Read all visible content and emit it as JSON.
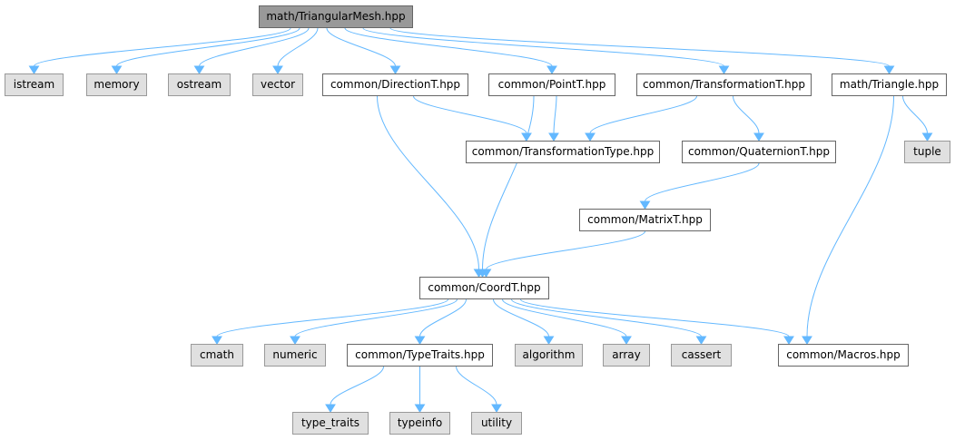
{
  "diagram": {
    "nodes": {
      "triangular_mesh": "math/TriangularMesh.hpp",
      "istream": "istream",
      "memory": "memory",
      "ostream": "ostream",
      "vector": "vector",
      "direction": "common/DirectionT.hpp",
      "point": "common/PointT.hpp",
      "transformation": "common/TransformationT.hpp",
      "triangle": "math/Triangle.hpp",
      "transformation_type": "common/TransformationType.hpp",
      "quaternion": "common/QuaternionT.hpp",
      "tuple": "tuple",
      "matrix": "common/MatrixT.hpp",
      "coord": "common/CoordT.hpp",
      "cmath": "cmath",
      "numeric": "numeric",
      "type_traits_hdr": "common/TypeTraits.hpp",
      "algorithm": "algorithm",
      "array": "array",
      "cassert": "cassert",
      "macros": "common/Macros.hpp",
      "type_traits": "type_traits",
      "typeinfo": "typeinfo",
      "utility": "utility"
    },
    "edges": [
      [
        "triangular_mesh",
        "istream"
      ],
      [
        "triangular_mesh",
        "memory"
      ],
      [
        "triangular_mesh",
        "ostream"
      ],
      [
        "triangular_mesh",
        "vector"
      ],
      [
        "triangular_mesh",
        "direction"
      ],
      [
        "triangular_mesh",
        "point"
      ],
      [
        "triangular_mesh",
        "transformation"
      ],
      [
        "triangular_mesh",
        "triangle"
      ],
      [
        "direction",
        "transformation_type"
      ],
      [
        "direction",
        "coord"
      ],
      [
        "point",
        "transformation_type"
      ],
      [
        "point",
        "coord"
      ],
      [
        "transformation",
        "transformation_type"
      ],
      [
        "transformation",
        "quaternion"
      ],
      [
        "triangle",
        "tuple"
      ],
      [
        "triangle",
        "macros"
      ],
      [
        "quaternion",
        "matrix"
      ],
      [
        "matrix",
        "coord"
      ],
      [
        "coord",
        "cmath"
      ],
      [
        "coord",
        "numeric"
      ],
      [
        "coord",
        "type_traits_hdr"
      ],
      [
        "coord",
        "algorithm"
      ],
      [
        "coord",
        "array"
      ],
      [
        "coord",
        "cassert"
      ],
      [
        "coord",
        "macros"
      ],
      [
        "type_traits_hdr",
        "type_traits"
      ],
      [
        "type_traits_hdr",
        "typeinfo"
      ],
      [
        "type_traits_hdr",
        "utility"
      ]
    ],
    "colors": {
      "edge": "#63b8ff",
      "root_fill": "#999999",
      "file_fill": "#ffffff",
      "system_fill": "#e0e0e0"
    }
  }
}
